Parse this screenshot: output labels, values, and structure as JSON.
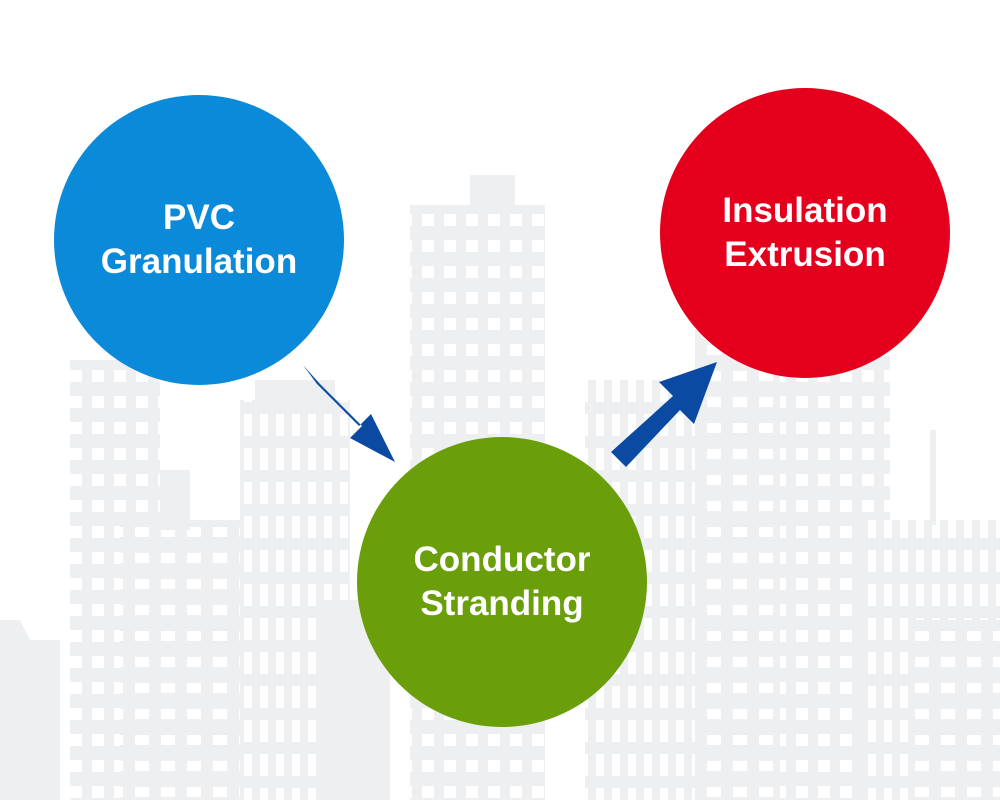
{
  "colors": {
    "background": "#ffffff",
    "skyline": "#eeeff1",
    "skyline_window": "#ffffff",
    "arrow": "#0b4aa2",
    "pvc_circle": "#0a8ad8",
    "stranding_circle": "#6a9e0a",
    "insulation_circle": "#e4001d",
    "node_text": "#ffffff"
  },
  "nodes": {
    "pvc": {
      "line1": "PVC",
      "line2": "Granulation"
    },
    "stranding": {
      "line1": "Conductor",
      "line2": "Stranding"
    },
    "insulation": {
      "line1": "Insulation",
      "line2": "Extrusion"
    }
  },
  "flow": [
    {
      "from": "PVC Granulation",
      "to": "Conductor Stranding"
    },
    {
      "from": "Conductor Stranding",
      "to": "Insulation Extrusion"
    }
  ],
  "icons": {
    "arrow_1": "arrow-down-right-icon",
    "arrow_2": "arrow-up-right-icon"
  }
}
